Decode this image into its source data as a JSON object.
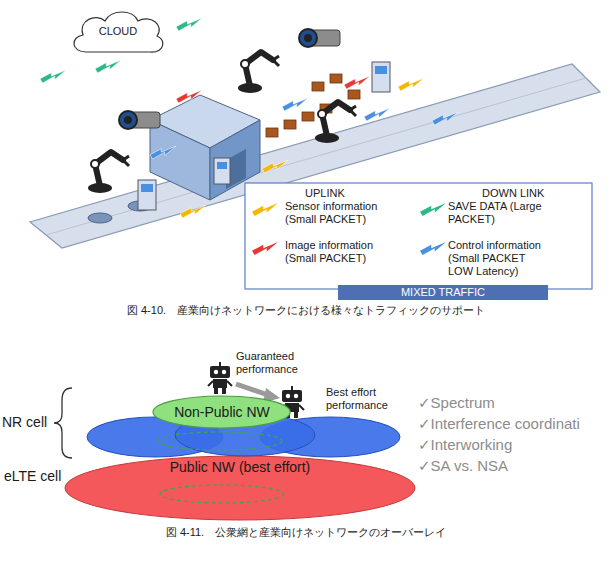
{
  "diagram": {
    "nodes": [
      {
        "text": [
          "CLOUD"
        ]
      },
      {
        "text": [
          "MIXED TRAFFIC"
        ]
      },
      {
        "text": [
          "Non-Public NW"
        ]
      }
    ],
    "labels": [
      "UPLINK",
      "DOWN LINK",
      "図 4-10.　産業向けネットワークにおける様々なトラフィックのサポート",
      "Guaranteed performance",
      "Best effort performance",
      "Public NW (best effort)",
      "NR cell",
      "eLTE cell",
      "✓Spectrum",
      "✓Interference coordinati",
      "✓Interworking",
      "✓SA vs. NSA",
      "図 4-11.　公衆網と産業向けネットワークのオーバーレイ"
    ],
    "legend": [
      {
        "text": "Sensor information (Small PACKET)",
        "color": "#f5b800"
      },
      {
        "text": "Image information (Small PACKET)",
        "color": "#e53935"
      },
      {
        "text": "SAVE DATA (Large PACKET)",
        "color": "#2eb88a"
      },
      {
        "text": "Control information (Small PACKET LOW Latency)",
        "color": "#4a90e2"
      }
    ]
  }
}
